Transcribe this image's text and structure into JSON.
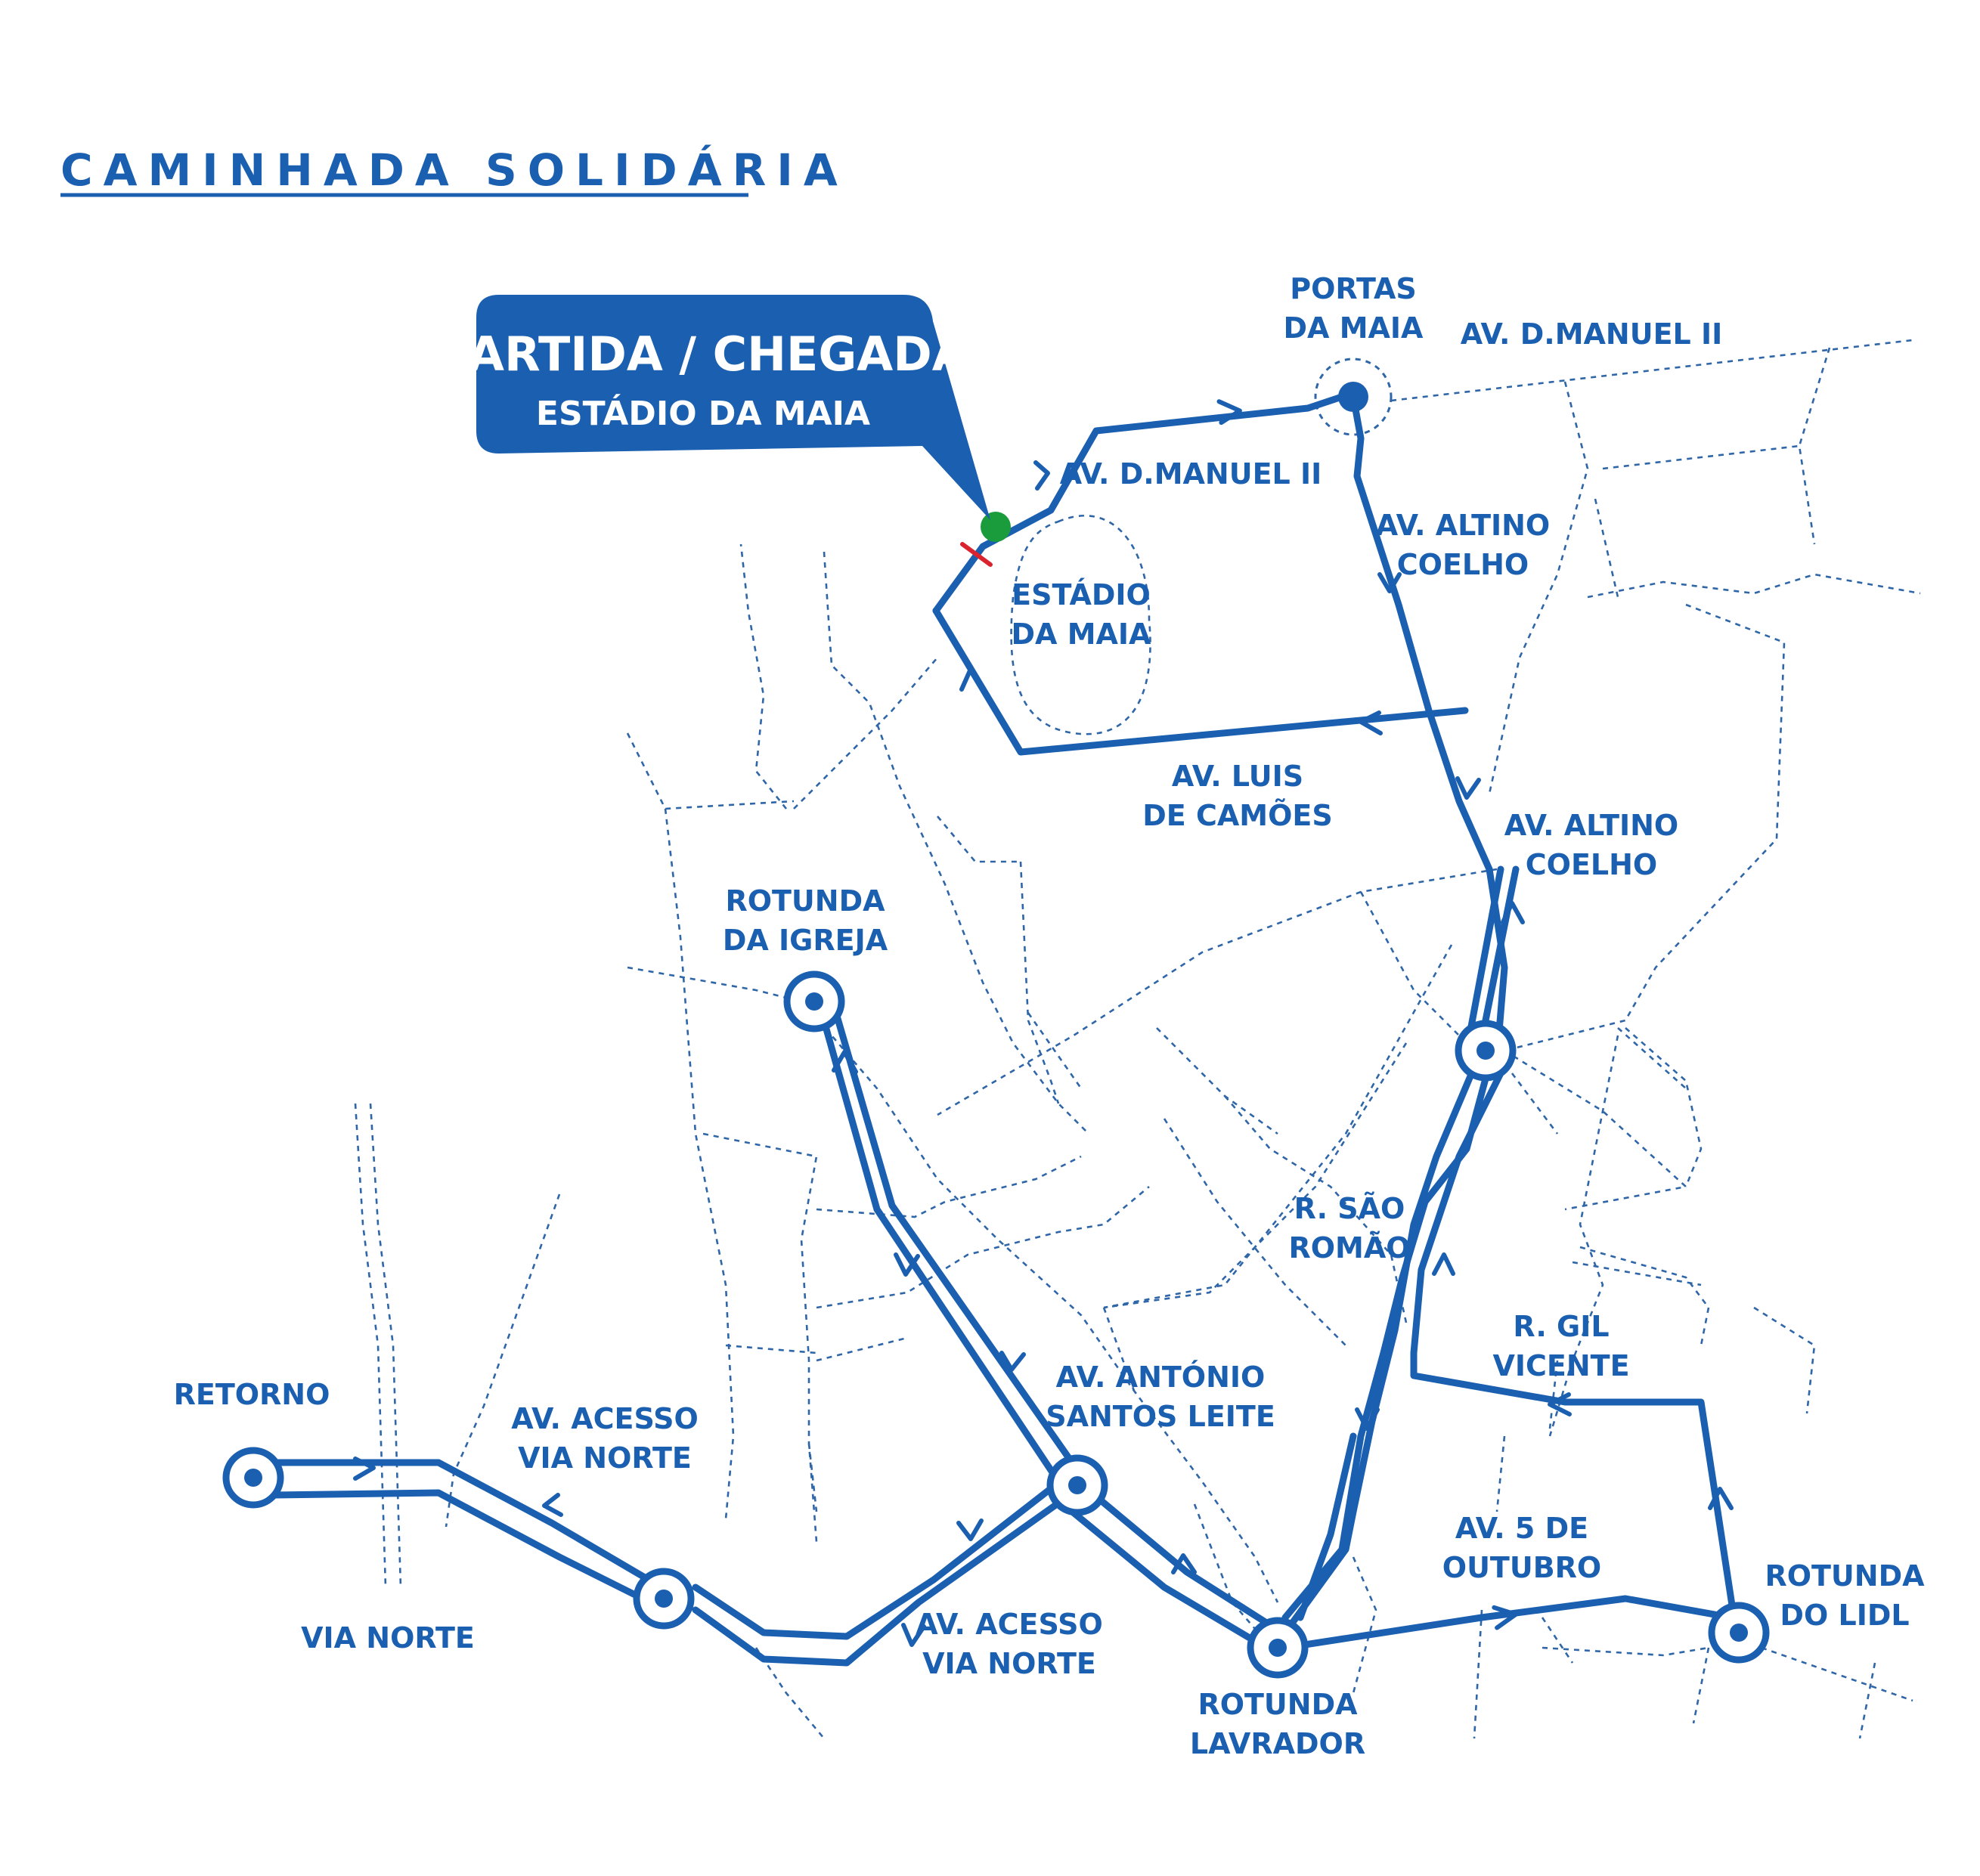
{
  "title": "CAMINHADA SOLIDÁRIA",
  "callout": {
    "main": "PARTIDA / CHEGADA",
    "sub": "ESTÁDIO DA MAIA"
  },
  "colors": {
    "route": "#1a5fb0",
    "callout_bg": "#1a5fb0",
    "start_marker": "#1a9b3c",
    "start_line": "#d9232e",
    "minor_roads": "#2f66a8"
  },
  "labels": {
    "portas_da_maia": [
      "PORTAS",
      "DA MAIA"
    ],
    "av_d_manuel_ii_top": [
      "AV. D.MANUEL II"
    ],
    "av_d_manuel_ii_mid": [
      "AV. D.MANUEL II"
    ],
    "av_altino_coelho_1": [
      "AV. ALTINO",
      "COELHO"
    ],
    "estadio_da_maia": [
      "ESTÁDIO",
      "DA MAIA"
    ],
    "av_luis_de_camoes": [
      "AV. LUIS",
      "DE CAMÕES"
    ],
    "av_altino_coelho_2": [
      "AV. ALTINO",
      "COELHO"
    ],
    "rotunda_da_igreja": [
      "ROTUNDA",
      "DA IGREJA"
    ],
    "r_sao_romao": [
      "R. SÃO",
      "ROMÃO"
    ],
    "r_gil_vicente": [
      "R. GIL",
      "VICENTE"
    ],
    "retorno": [
      "RETORNO"
    ],
    "av_acesso_via_norte_1": [
      "AV. ACESSO",
      "VIA NORTE"
    ],
    "av_antonio_santos_leite": [
      "AV. ANTÓNIO",
      "SANTOS LEITE"
    ],
    "av_5_de_outubro": [
      "AV. 5 DE",
      "OUTUBRO"
    ],
    "rotunda_do_lidl": [
      "ROTUNDA",
      "DO LIDL"
    ],
    "via_norte": [
      "VIA NORTE"
    ],
    "av_acesso_via_norte_2": [
      "AV. ACESSO",
      "VIA NORTE"
    ],
    "rotunda_lavrador": [
      "ROTUNDA",
      "LAVRADOR"
    ]
  }
}
